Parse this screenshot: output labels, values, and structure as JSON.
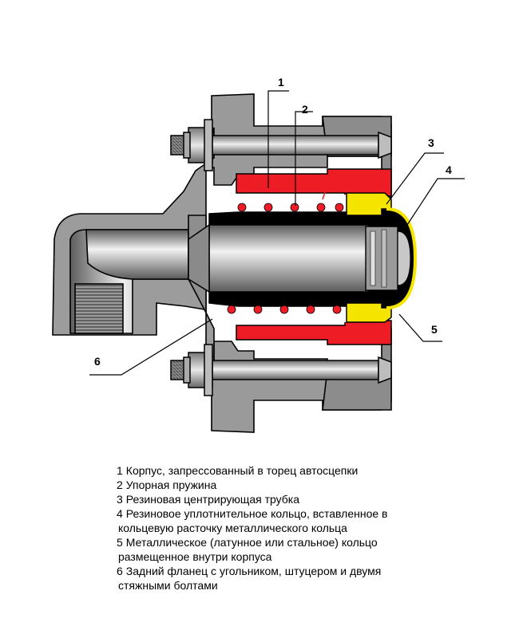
{
  "callouts": [
    {
      "id": "1",
      "label": "1"
    },
    {
      "id": "2",
      "label": "2"
    },
    {
      "id": "3",
      "label": "3"
    },
    {
      "id": "4",
      "label": "4"
    },
    {
      "id": "5",
      "label": "5"
    },
    {
      "id": "6",
      "label": "6"
    }
  ],
  "legend": [
    {
      "num": "1",
      "lines": [
        "Корпус, запрессованный в торец автосцепки"
      ]
    },
    {
      "num": "2",
      "lines": [
        "Упорная пружина"
      ]
    },
    {
      "num": "3",
      "lines": [
        "Резиновая центрирующая трубка"
      ]
    },
    {
      "num": "4",
      "lines": [
        "Резиновое уплотнительное кольцо, вставленное в",
        "кольцевую расточку металлического кольца"
      ]
    },
    {
      "num": "5",
      "lines": [
        "Металлическое (латунное или стальное) кольцо",
        "размещенное внутри корпуса"
      ]
    },
    {
      "num": "6",
      "lines": [
        "Задний фланец  с угольником, штуцером и двумя",
        "стяжными болтами"
      ]
    }
  ],
  "colors": {
    "body": "#9a9a9a",
    "tube_red": "#ee1c24",
    "seal_black": "#000000",
    "ring_yellow": "#f5e400",
    "spring_red": "#ee1c24"
  }
}
